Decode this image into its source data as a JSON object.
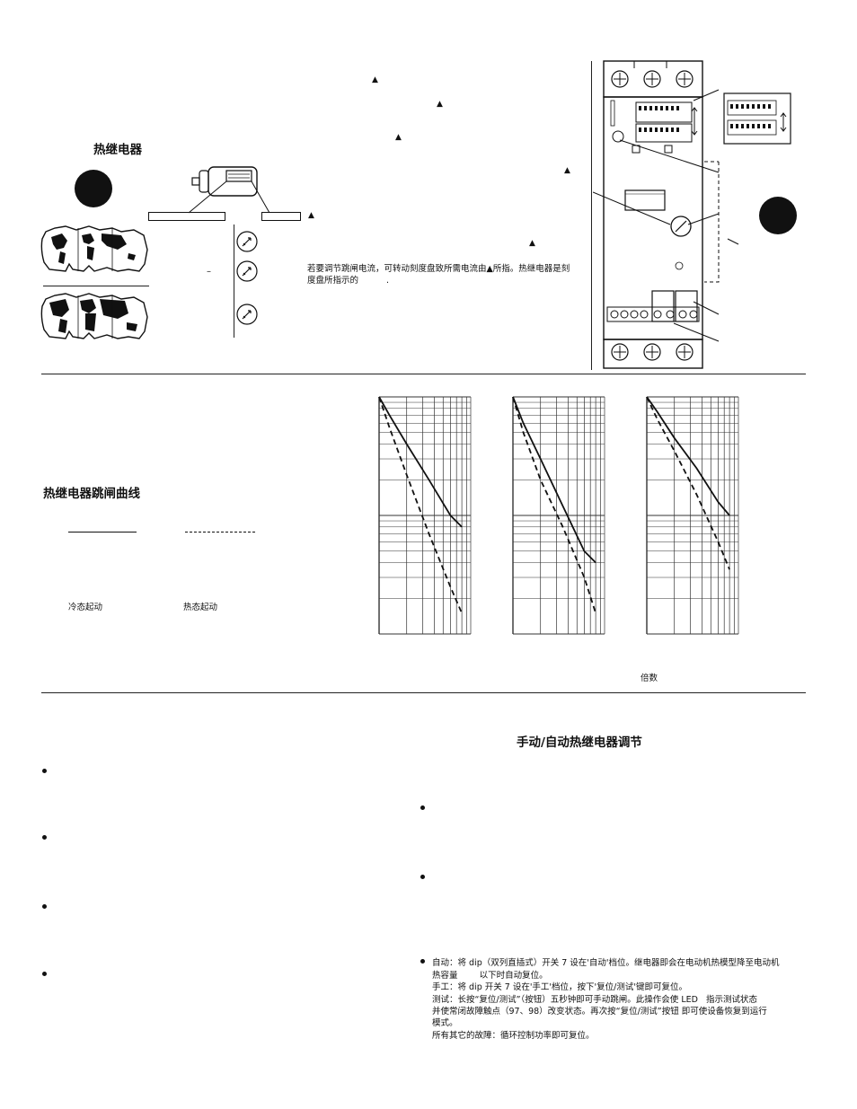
{
  "section1": {
    "title": "热继电器",
    "adjust_text_line1": "若要调节跳闸电流，可转动刻度盘致所需电流由▲所指。热继电器是刻",
    "adjust_text_line2": "度盘所指示的",
    "triangle": "▲",
    "dash_mark": "–",
    "period_mark": "."
  },
  "section2": {
    "title": "热继电器跳闸曲线",
    "legend": [
      {
        "label": "冷态起动",
        "style": "solid"
      },
      {
        "label": "热态起动",
        "style": "dashed"
      }
    ],
    "x_axis_label": "倍数"
  },
  "section3": {
    "title": "手动/自动热继电器调节",
    "para_auto_1": "自动：将 dip（双列直插式）开关 7 设在'自动'档位。继电器即会在电动机热模型降至电动机",
    "para_auto_2": "热容量        以下时自动复位。",
    "para_manual": "手工：将 dip 开关 7 设在'手工'档位，按下'复位/测试'键即可复位。",
    "para_test_1": "测试：长按“复位/测试”（按钮）五秒钟即可手动跳闸。此操作会使 LED   指示测试状态",
    "para_test_2": "并使常闭故障触点（97、98）改变状态。再次按“复位/测试”按钮 即可使设备恢复到运行",
    "para_test_3": "模式。",
    "para_other": "所有其它的故障：循环控制功率即可复位。"
  },
  "chart_data": [
    {
      "type": "line",
      "title": "",
      "xlabel": "倍数",
      "ylabel": "",
      "x_scale": "log",
      "y_scale": "log",
      "grid": true,
      "series": [
        {
          "name": "冷态起动",
          "style": "solid",
          "x": [
            1.0,
            1.3,
            2.0,
            3.5,
            6.0,
            8.0
          ],
          "y": [
            1.0,
            0.7,
            0.4,
            0.2,
            0.1,
            0.08
          ]
        },
        {
          "name": "热态起动",
          "style": "dashed",
          "x": [
            1.0,
            1.3,
            2.0,
            3.5,
            6.0,
            8.0
          ],
          "y": [
            1.0,
            0.55,
            0.22,
            0.07,
            0.025,
            0.015
          ]
        }
      ]
    },
    {
      "type": "line",
      "title": "",
      "xlabel": "",
      "ylabel": "",
      "x_scale": "log",
      "y_scale": "log",
      "grid": true,
      "series": [
        {
          "name": "冷态起动",
          "style": "solid",
          "x": [
            1.0,
            1.3,
            2.0,
            3.5,
            6.0,
            8.0
          ],
          "y": [
            1.0,
            0.6,
            0.3,
            0.12,
            0.05,
            0.04
          ]
        },
        {
          "name": "热态起动",
          "style": "dashed",
          "x": [
            1.0,
            1.3,
            2.0,
            3.5,
            6.0,
            8.0
          ],
          "y": [
            1.0,
            0.5,
            0.2,
            0.08,
            0.03,
            0.015
          ]
        }
      ]
    },
    {
      "type": "line",
      "title": "",
      "xlabel": "",
      "ylabel": "",
      "x_scale": "log",
      "y_scale": "log",
      "grid": true,
      "series": [
        {
          "name": "冷态起动",
          "style": "solid",
          "x": [
            1.0,
            1.3,
            2.0,
            3.5,
            6.0,
            8.0
          ],
          "y": [
            1.0,
            0.75,
            0.45,
            0.25,
            0.13,
            0.1
          ]
        },
        {
          "name": "热态起动",
          "style": "dashed",
          "x": [
            1.0,
            1.3,
            2.0,
            3.5,
            6.0,
            8.0
          ],
          "y": [
            1.0,
            0.65,
            0.35,
            0.15,
            0.06,
            0.035
          ]
        }
      ]
    }
  ]
}
